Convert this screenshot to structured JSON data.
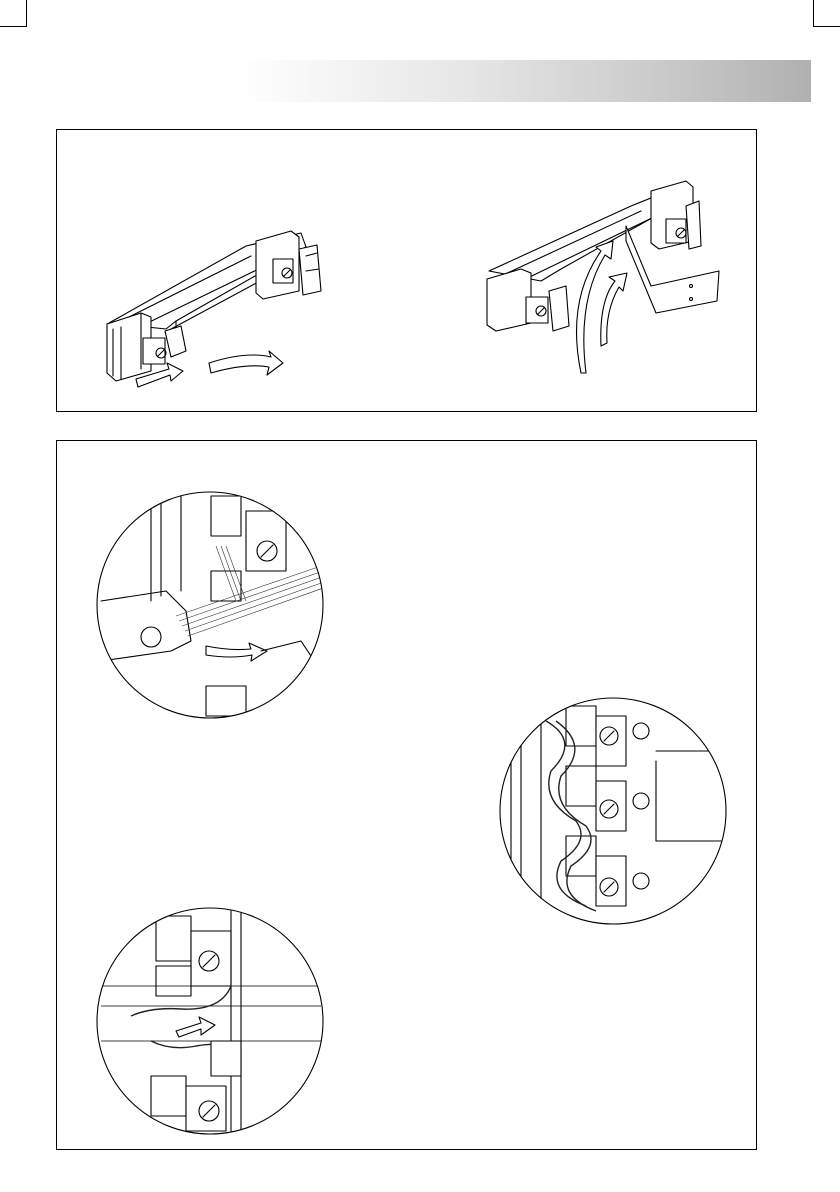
{
  "page": {
    "header_bar": {
      "gradient_from": "#ffffff",
      "gradient_to": "#b0b0b0"
    },
    "panels": [
      {
        "name": "mounting-panel",
        "illustrations": [
          "assembly-insert-illustration",
          "assembly-tilt-illustration"
        ]
      },
      {
        "name": "wiring-panel",
        "illustrations": [
          "cable-entry-detail",
          "terminal-wiring-detail",
          "cable-routing-detail"
        ]
      }
    ]
  }
}
